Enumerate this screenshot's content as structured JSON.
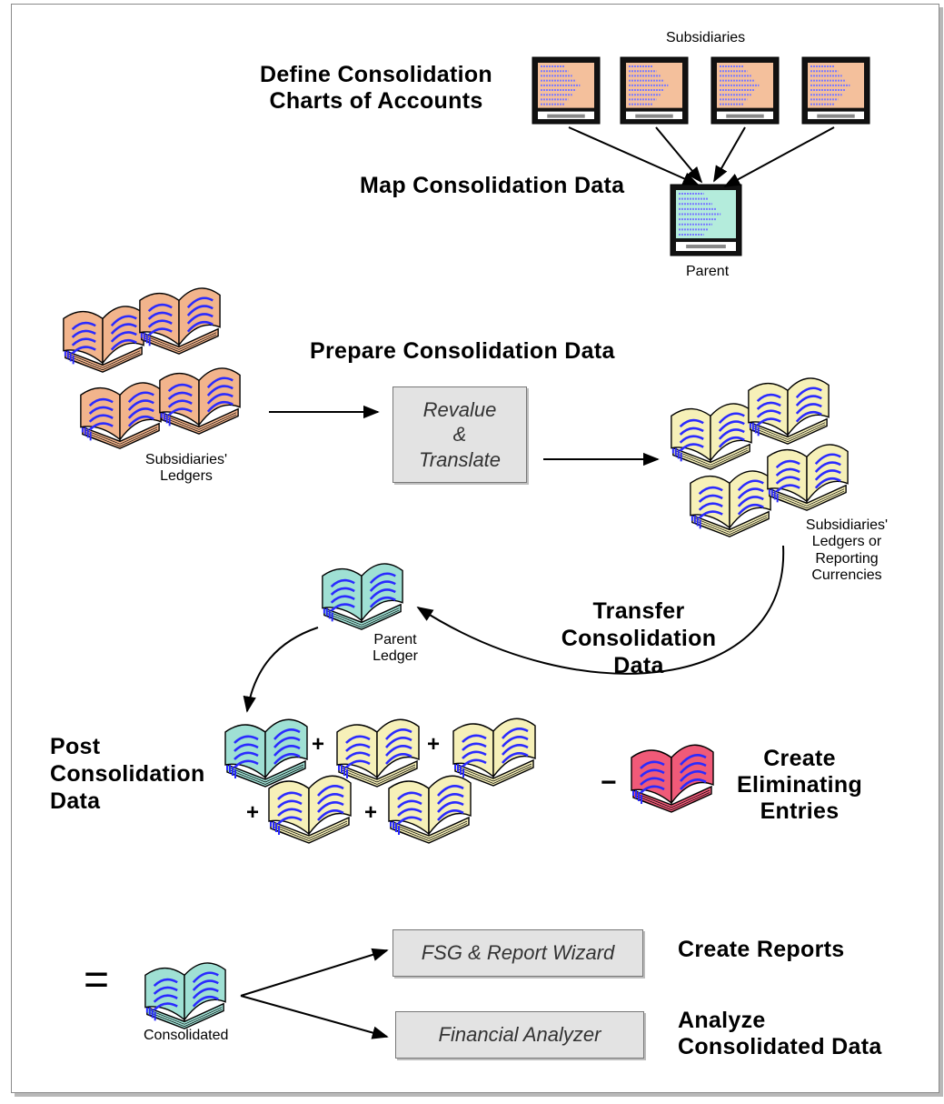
{
  "steps": {
    "define_coa": "Define Consolidation\nCharts of Accounts",
    "map": "Map Consolidation Data",
    "prepare": "Prepare Consolidation Data",
    "transfer": "Transfer\nConsolidation\nData",
    "post": "Post\nConsolidation\nData",
    "eliminate": "Create\nEliminating\nEntries",
    "create_reports": "Create Reports",
    "analyze": "Analyze\nConsolidated Data"
  },
  "labels": {
    "subsidiaries": "Subsidiaries",
    "parent": "Parent",
    "subsidiaries_ledgers": "Subsidiaries'\nLedgers",
    "subsidiaries_ledgers_rc": "Subsidiaries'\nLedgers or\nReporting\nCurrencies",
    "parent_ledger": "Parent\nLedger",
    "consolidated": "Consolidated"
  },
  "boxes": {
    "revalue_translate": "Revalue\n&\nTranslate",
    "fsg": "FSG & Report Wizard",
    "financial_analyzer": "Financial Analyzer"
  },
  "operators": {
    "plus": "+",
    "minus": "−",
    "equals": "="
  },
  "colors": {
    "monitor_screen_sub": "#f4c09c",
    "monitor_screen_parent": "#b4ecdc",
    "monitor_lines": "#7a7aff",
    "book_peach": "#f2b48c",
    "book_cream": "#f6f0b8",
    "book_teal": "#9fe0d4",
    "book_red": "#f05a78",
    "book_blue_lines": "#2a2aff"
  }
}
